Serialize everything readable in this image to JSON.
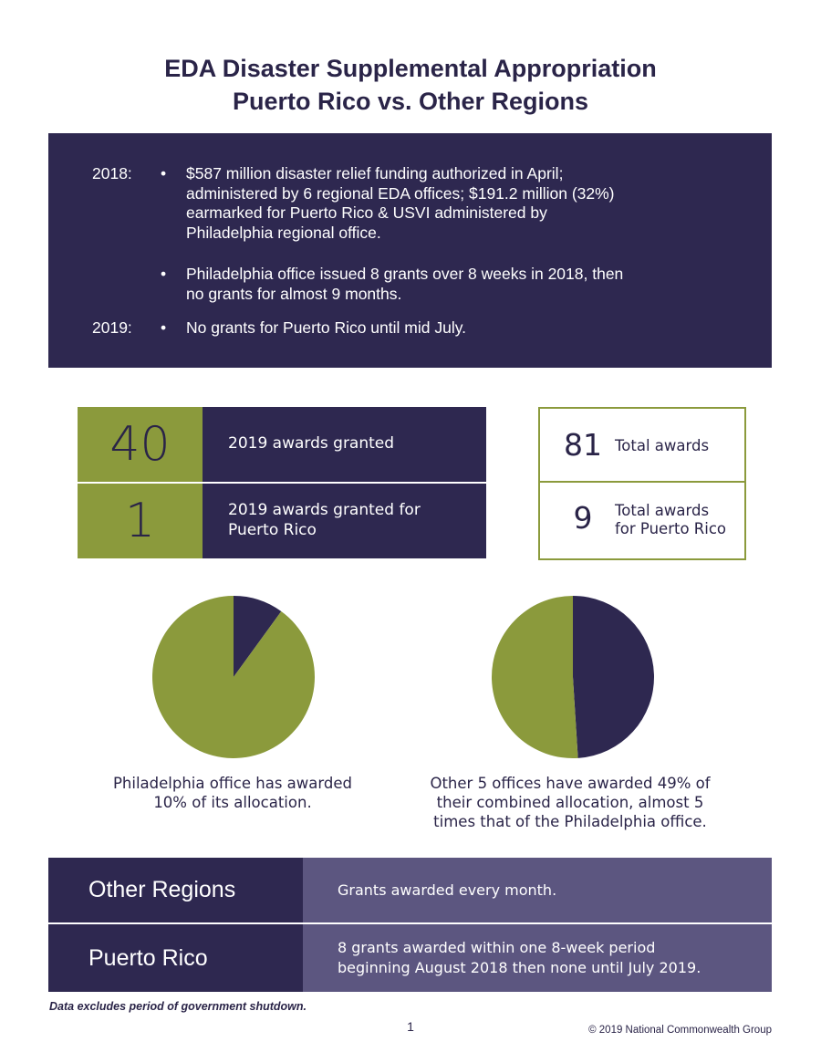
{
  "title": {
    "line1": "EDA Disaster Supplemental Appropriation",
    "line2": "Puerto Rico vs. Other Regions"
  },
  "summary": {
    "year_2018": "2018:",
    "year_2019": "2019:",
    "bullet_glyph": "•",
    "b2018_1": [
      "$587 million disaster relief funding authorized in April;",
      "administered by 6 regional EDA offices; $191.2 million (32%)",
      "earmarked for Puerto Rico & USVI administered by",
      "Philadelphia regional office."
    ],
    "b2018_2": [
      "Philadelphia office issued 8 grants over 8 weeks in 2018, then",
      "no grants for almost 9 months."
    ],
    "b2019_1": "No grants for Puerto Rico until mid July."
  },
  "stats_left": [
    {
      "number": "40",
      "label": [
        "2019 awards granted"
      ]
    },
    {
      "number": "1",
      "label": [
        "2019 awards granted for",
        "Puerto Rico"
      ]
    }
  ],
  "stats_right": [
    {
      "number": "81",
      "label": [
        "Total awards"
      ]
    },
    {
      "number": "9",
      "label": [
        "Total awards",
        "for Puerto Rico"
      ]
    }
  ],
  "chart_data": [
    {
      "type": "pie",
      "slices": [
        {
          "label": "awarded",
          "value": 10,
          "color": "#2e2850"
        },
        {
          "label": "remaining",
          "value": 90,
          "color": "#8b9a3c"
        }
      ],
      "caption": [
        "Philadelphia office has awarded",
        "10% of its allocation."
      ]
    },
    {
      "type": "pie",
      "slices": [
        {
          "label": "awarded",
          "value": 49,
          "color": "#2e2850"
        },
        {
          "label": "remaining",
          "value": 51,
          "color": "#8b9a3c"
        }
      ],
      "caption": [
        "Other 5 offices have awarded 49% of",
        "their combined allocation, almost 5",
        "times that of the Philadelphia office."
      ]
    }
  ],
  "comparison": [
    {
      "region": "Other Regions",
      "desc": [
        "Grants awarded every month."
      ]
    },
    {
      "region": "Puerto Rico",
      "desc": [
        "8 grants awarded within one 8-week period",
        "beginning August 2018 then none until July 2019."
      ]
    }
  ],
  "footer": {
    "note": "Data excludes period of government shutdown.",
    "page_number": "1",
    "copyright": "© 2019 National Commonwealth Group"
  },
  "colors": {
    "navy": "#2e2850",
    "olive": "#8b9a3c",
    "lavender": "#5c5680"
  }
}
